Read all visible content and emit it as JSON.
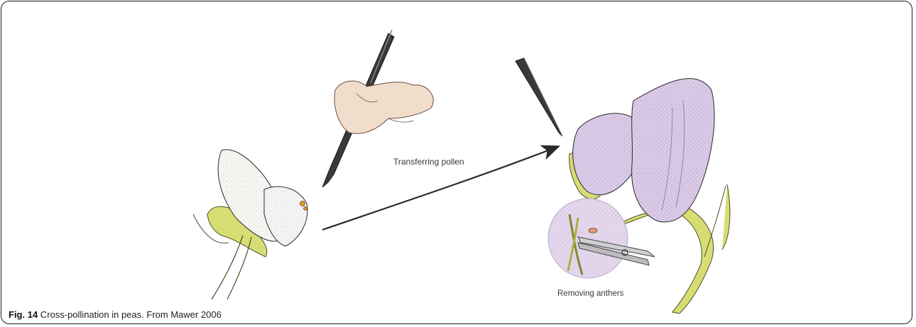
{
  "figure": {
    "label": "Fig. 14",
    "caption": " Cross-pollination in peas. From Mawer 2006"
  },
  "annotations": {
    "transferring_pollen": "Transferring pollen",
    "removing_anthers": "Removing anthers"
  },
  "colors": {
    "petal_white": "#f5f5f2",
    "petal_purple": "#d9c8e6",
    "stem_green": "#d6dd73",
    "ink": "#2a2a2a"
  },
  "icons": [
    "brush-icon",
    "tweezers-icon",
    "scissors-icon",
    "arrow-icon"
  ]
}
